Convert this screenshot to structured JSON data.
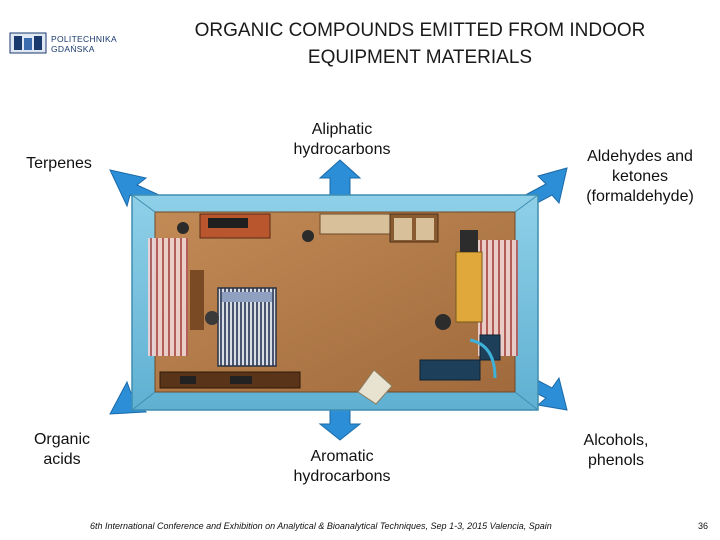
{
  "header": {
    "logo_line1": "POLITECHNIKA",
    "logo_line2": "GDAŃSKA",
    "title_line1": "ORGANIC COMPOUNDS EMITTED FROM INDOOR",
    "title_line2": "EQUIPMENT MATERIALS"
  },
  "labels": {
    "terpenes": "Terpenes",
    "aliphatic_line1": "Aliphatic",
    "aliphatic_line2": "hydrocarbons",
    "aldehydes_line1": "Aldehydes and",
    "aldehydes_line2": "ketones",
    "aldehydes_line3": "(formaldehyde)",
    "organic_line1": "Organic",
    "organic_line2": "acids",
    "aromatic_line1": "Aromatic",
    "aromatic_line2": "hydrocarbons",
    "alcohols_line1": "Alcohols,",
    "alcohols_line2": "phenols"
  },
  "footer": {
    "conference": "6th International Conference and Exhibition on Analytical & Bioanalytical Techniques, Sep 1-3, 2015 Valencia, Spain",
    "page_number": "36"
  },
  "colors": {
    "arrow_fill": "#2b8ed6",
    "room_wall": "#7cc3de",
    "room_floor": "#b07a4a"
  }
}
